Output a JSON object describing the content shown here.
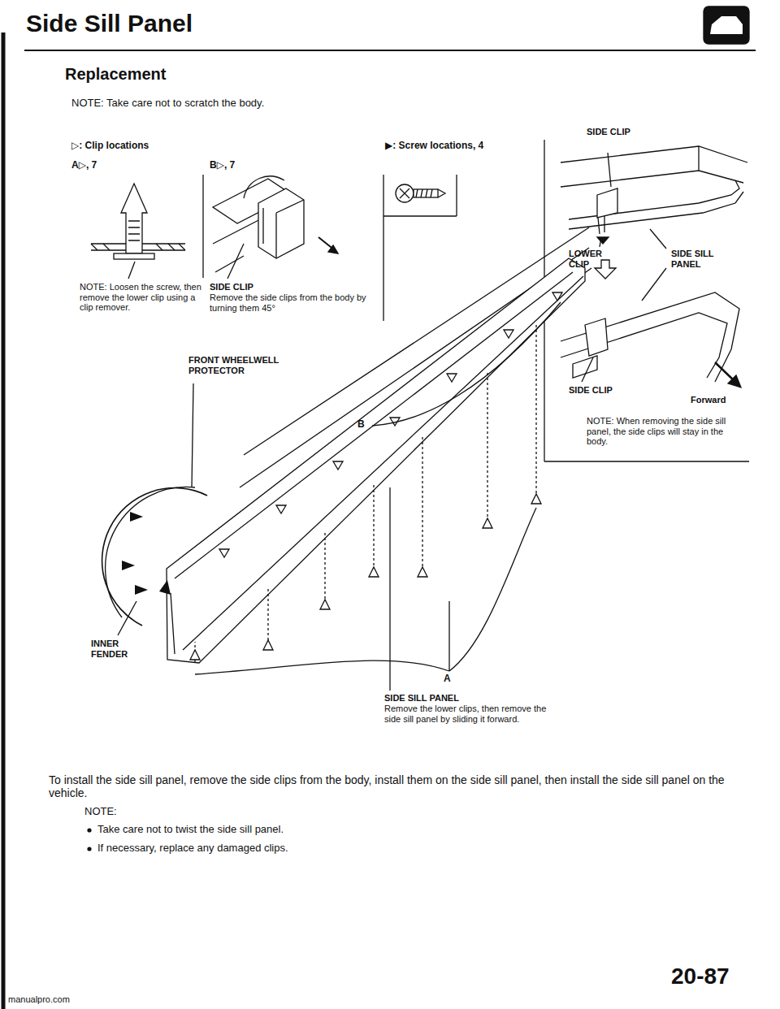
{
  "diagram": {
    "title": "Side Sill Panel",
    "labels": [
      "Replacement",
      "NOTE: Take care not to scratch the body.",
      "▷: Clip locations",
      "▶: Screw locations, 4",
      "A▷, 7",
      "B▷, 7",
      "NOTE: Loosen the screw, then remove the lower clip using a clip remover.",
      "SIDE CLIP",
      "Remove the side clips from the body by turning them 45°",
      "SIDE CLIP",
      "LOWER CLIP",
      "SIDE SILL PANEL",
      "SIDE CLIP",
      "Forward",
      "NOTE: When removing the side sill panel, the side clips will stay in the body.",
      "FRONT WHEELWELL PROTECTOR",
      "B",
      "INNER FENDER",
      "A",
      "SIDE SILL PANEL",
      "Remove the lower clips, then remove the side sill panel by sliding it forward.",
      "To install the side sill panel, remove the side clips from the body, install them on the side sill panel, then install the side sill panel on the vehicle.",
      "NOTE:",
      "Take care not to twist the side sill panel.",
      "If necessary, replace any damaged clips.",
      "20-87",
      "manualpro.com"
    ]
  }
}
